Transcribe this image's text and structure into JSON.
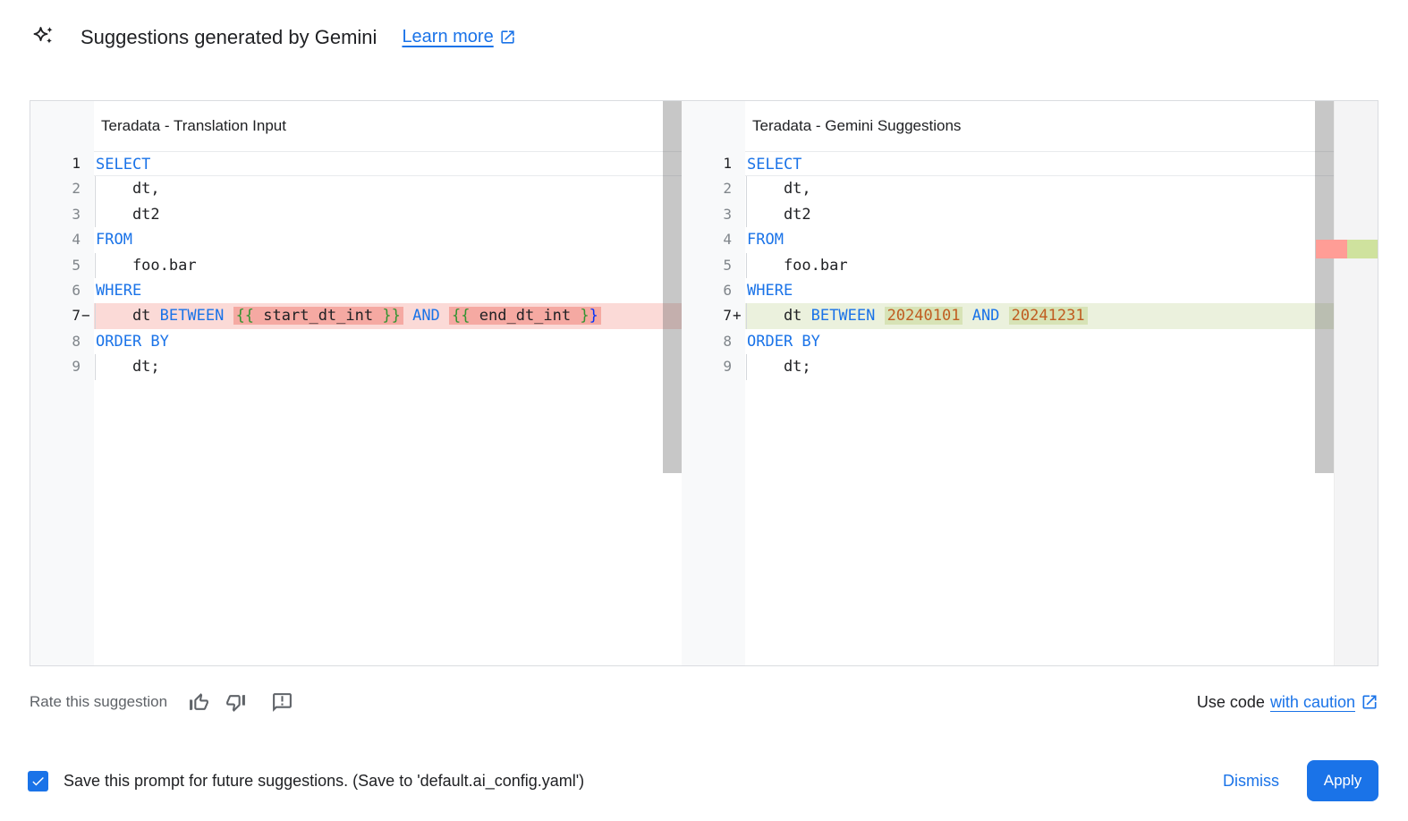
{
  "header": {
    "icon": "gemini-sparkle-icon",
    "title": "Suggestions generated by Gemini",
    "learn_more_label": "Learn more"
  },
  "editors": {
    "left": {
      "title": "Teradata - Translation Input",
      "lines": [
        {
          "num": "1",
          "marker": "",
          "current": true,
          "dark": true,
          "tokens": [
            {
              "t": "SELECT",
              "c": "kw"
            }
          ]
        },
        {
          "num": "2",
          "guide": true,
          "tokens": [
            {
              "t": "    dt,",
              "c": "pl"
            }
          ]
        },
        {
          "num": "3",
          "guide": true,
          "tokens": [
            {
              "t": "    dt2",
              "c": "pl"
            }
          ]
        },
        {
          "num": "4",
          "tokens": [
            {
              "t": "FROM",
              "c": "kw"
            }
          ]
        },
        {
          "num": "5",
          "guide": true,
          "tokens": [
            {
              "t": "    foo.bar",
              "c": "pl"
            }
          ]
        },
        {
          "num": "6",
          "tokens": [
            {
              "t": "WHERE",
              "c": "kw"
            }
          ]
        },
        {
          "num": "7",
          "marker": "−",
          "dark": true,
          "diff": "del",
          "guide": true,
          "tokens": [
            {
              "t": "    dt ",
              "c": "pl"
            },
            {
              "t": "BETWEEN",
              "c": "kw"
            },
            {
              "t": " ",
              "c": "pl"
            },
            {
              "w": "del",
              "tokens": [
                {
                  "t": "{{",
                  "c": "brg"
                },
                {
                  "t": " start_dt_int ",
                  "c": "pl"
                },
                {
                  "t": "}}",
                  "c": "brg"
                }
              ]
            },
            {
              "t": " ",
              "c": "pl"
            },
            {
              "t": "AND",
              "c": "kw"
            },
            {
              "t": " ",
              "c": "pl"
            },
            {
              "w": "del",
              "tokens": [
                {
                  "t": "{{",
                  "c": "brg"
                },
                {
                  "t": " end_dt_int ",
                  "c": "pl"
                },
                {
                  "t": "}",
                  "c": "brg"
                },
                {
                  "t": "}",
                  "c": "brb"
                }
              ]
            }
          ]
        },
        {
          "num": "8",
          "tokens": [
            {
              "t": "ORDER BY",
              "c": "kw"
            }
          ]
        },
        {
          "num": "9",
          "guide": true,
          "tokens": [
            {
              "t": "    dt;",
              "c": "pl"
            }
          ]
        }
      ]
    },
    "right": {
      "title": "Teradata - Gemini Suggestions",
      "lines": [
        {
          "num": "1",
          "marker": "",
          "current": true,
          "dark": true,
          "tokens": [
            {
              "t": "SELECT",
              "c": "kw"
            }
          ]
        },
        {
          "num": "2",
          "guide": true,
          "tokens": [
            {
              "t": "    dt,",
              "c": "pl"
            }
          ]
        },
        {
          "num": "3",
          "guide": true,
          "tokens": [
            {
              "t": "    dt2",
              "c": "pl"
            }
          ]
        },
        {
          "num": "4",
          "tokens": [
            {
              "t": "FROM",
              "c": "kw"
            }
          ]
        },
        {
          "num": "5",
          "guide": true,
          "tokens": [
            {
              "t": "    foo.bar",
              "c": "pl"
            }
          ]
        },
        {
          "num": "6",
          "tokens": [
            {
              "t": "WHERE",
              "c": "kw"
            }
          ]
        },
        {
          "num": "7",
          "marker": "+",
          "dark": true,
          "diff": "ins",
          "guide": true,
          "tokens": [
            {
              "t": "    dt ",
              "c": "pl"
            },
            {
              "t": "BETWEEN",
              "c": "kw"
            },
            {
              "t": " ",
              "c": "pl"
            },
            {
              "w": "ins",
              "tokens": [
                {
                  "t": "20240101",
                  "c": "num"
                }
              ]
            },
            {
              "t": " ",
              "c": "pl"
            },
            {
              "t": "AND",
              "c": "kw"
            },
            {
              "t": " ",
              "c": "pl"
            },
            {
              "w": "ins",
              "tokens": [
                {
                  "t": "20241231",
                  "c": "num"
                }
              ]
            }
          ]
        },
        {
          "num": "8",
          "tokens": [
            {
              "t": "ORDER BY",
              "c": "kw"
            }
          ]
        },
        {
          "num": "9",
          "guide": true,
          "tokens": [
            {
              "t": "    dt;",
              "c": "pl"
            }
          ]
        }
      ]
    }
  },
  "rating": {
    "label": "Rate this suggestion",
    "icons": [
      "thumbs-up-icon",
      "thumbs-down-icon",
      "feedback-icon"
    ]
  },
  "use_code": {
    "prefix": "Use code",
    "link_label": "with caution",
    "icon": "open-in-new-icon"
  },
  "footer": {
    "checkbox_checked": true,
    "save_label": "Save this prompt for future suggestions. (Save to 'default.ai_config.yaml')",
    "dismiss_label": "Dismiss",
    "apply_label": "Apply"
  },
  "colors": {
    "accent": "#1a73e8",
    "keyword": "#1a73e8",
    "plain_code": "#202124",
    "number": "#c05d21",
    "bracket_green": "#319331",
    "bracket_blue": "#0431fa",
    "deleted_line_bg": "#fbdad7",
    "deleted_word_bg": "#f5a9a2",
    "inserted_line_bg": "#ebf1dd",
    "inserted_word_bg": "#d7e3b6",
    "gutter_bg": "#f8f9fa",
    "line_number": "#80868b",
    "line_number_active": "#202124",
    "panel_border": "#dadce0",
    "current_line_border": "#e8eaed",
    "secondary_text": "#5f6368",
    "scrollbar": "rgba(95,95,95,0.35)",
    "ruler_bg": "#f4f4f5",
    "ruler_deleted": "#ff9d96",
    "ruler_inserted": "#cfe29e"
  }
}
